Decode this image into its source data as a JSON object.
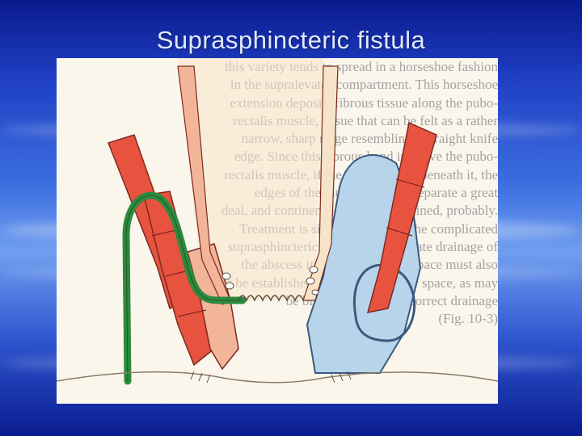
{
  "slide": {
    "title": "Suprasphincteric fistula"
  },
  "figure": {
    "background_text": [
      "this variety tends to spread in a horseshoe fashion",
      "in the supralevator compartment. This horseshoe",
      "extension deposits fibrous tissue along the pubo-",
      "rectalis muscle, tissue that can be felt as a rather",
      "narrow, sharp ridge resembling a straight knife",
      "edge. Since this fibrous band is above the pubo-",
      "rectalis muscle, if the muscle is cut beneath it, the",
      "edges of the muscle will not separate a great",
      "deal, and continence will be maintained, probably.",
      "Treatment is similar to that for the complicated",
      "suprasphincteric fistula, but adequate drainage of",
      "the abscess in the supralevator space must also",
      "must be established in the supralevator space, as may",
      "be bilateral horseshoe correct drainage",
      "(Fig. 10-3)"
    ]
  },
  "colors": {
    "background": "#1f3fc4",
    "title": "#dfe8ff",
    "muscle": "#e8533f",
    "muscle_light": "#f3b59a",
    "fistula": "#2e8a3e",
    "abscess": "#b8d4ea"
  }
}
